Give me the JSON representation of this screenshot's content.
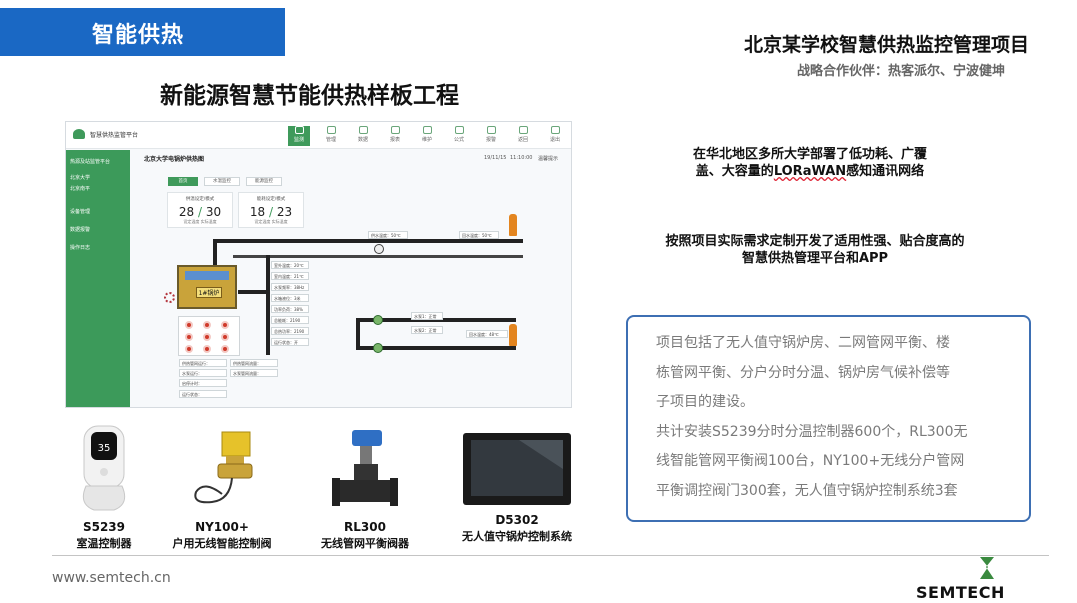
{
  "header": {
    "tag": "智能供热",
    "project_title": "北京某学校智慧供热监控管理项目",
    "partners": "战略合作伙伴：热客派尔、宁波健坤",
    "main_title": "新能源智慧节能供热样板工程"
  },
  "screenshot": {
    "app_title": "智慧供热监管平台",
    "nav": [
      "监测",
      "管理",
      "数据",
      "报表",
      "维护",
      "公式",
      "报警",
      "返回",
      "退出"
    ],
    "sidebar": [
      "热源及站监管平台",
      "北京大学",
      "北京南平",
      "设备管理",
      "数据报警",
      "操作日志"
    ],
    "breadcrumb": "北京大学电锅炉供热图",
    "meta": [
      "19/11/15",
      "11:10:00",
      "温馨提示"
    ],
    "tabs": [
      "首页",
      "水温监控",
      "能源监控"
    ],
    "cards": [
      {
        "title": "供温设定/模式",
        "a": "28",
        "b": "30",
        "sa": "设定温度",
        "sb": "实际温度"
      },
      {
        "title": "能耗设定/模式",
        "a": "18",
        "b": "23",
        "sa": "设定温度",
        "sb": "实际温度"
      }
    ],
    "pipe_labels": [
      "供水温度：50℃",
      "回水温度：50℃",
      "回水温度：48℃"
    ],
    "boiler_label": "1#锅炉",
    "readouts": [
      "室外温度：20℃",
      "室内温度：21℃",
      "水泵频率：38Hz",
      "水箱液位：3米",
      "功率负荷：38%",
      "总能耗：2190",
      "总热功率：2190",
      "运行状态：开"
    ],
    "pump_labels": [
      "水泵1：正常",
      "水泵2：正常"
    ],
    "status_rows": [
      "供热管网运行：",
      "水泵运行：",
      "启停计时：",
      "运行状态：",
      "供热管网流量：",
      "水泵管网流量："
    ]
  },
  "right": {
    "line1a": "在华北地区多所大学部署了低功耗、广覆",
    "line1b_pre": "盖、大容量的",
    "line1b_mark": "LORaWAN",
    "line1b_post": "感知通讯网络",
    "line2a": "按照项目实际需求定制开发了适用性强、贴合度高的",
    "line2b": "智慧供热管理平台和APP",
    "box_lines": [
      "项目包括了无人值守锅炉房、二网管网平衡、楼",
      "栋管网平衡、分户分时分温、锅炉房气候补偿等",
      "子项目的建设。",
      "共计安装S5239分时分温控制器600个，RL300无",
      "线智能管网平衡阀100台，NY100+无线分户管网",
      "平衡调控阀门300套，无人值守锅炉控制系统3套"
    ]
  },
  "devices": [
    {
      "model": "S5239",
      "desc": "室温控制器",
      "display": "35"
    },
    {
      "model": "NY100+",
      "desc": "户用无线智能控制阀"
    },
    {
      "model": "RL300",
      "desc": "无线管网平衡阀器"
    },
    {
      "model": "D5302",
      "desc": "无人值守锅炉控制系统"
    }
  ],
  "footer": {
    "url": "www.semtech.cn",
    "brand": "SEMTECH"
  }
}
